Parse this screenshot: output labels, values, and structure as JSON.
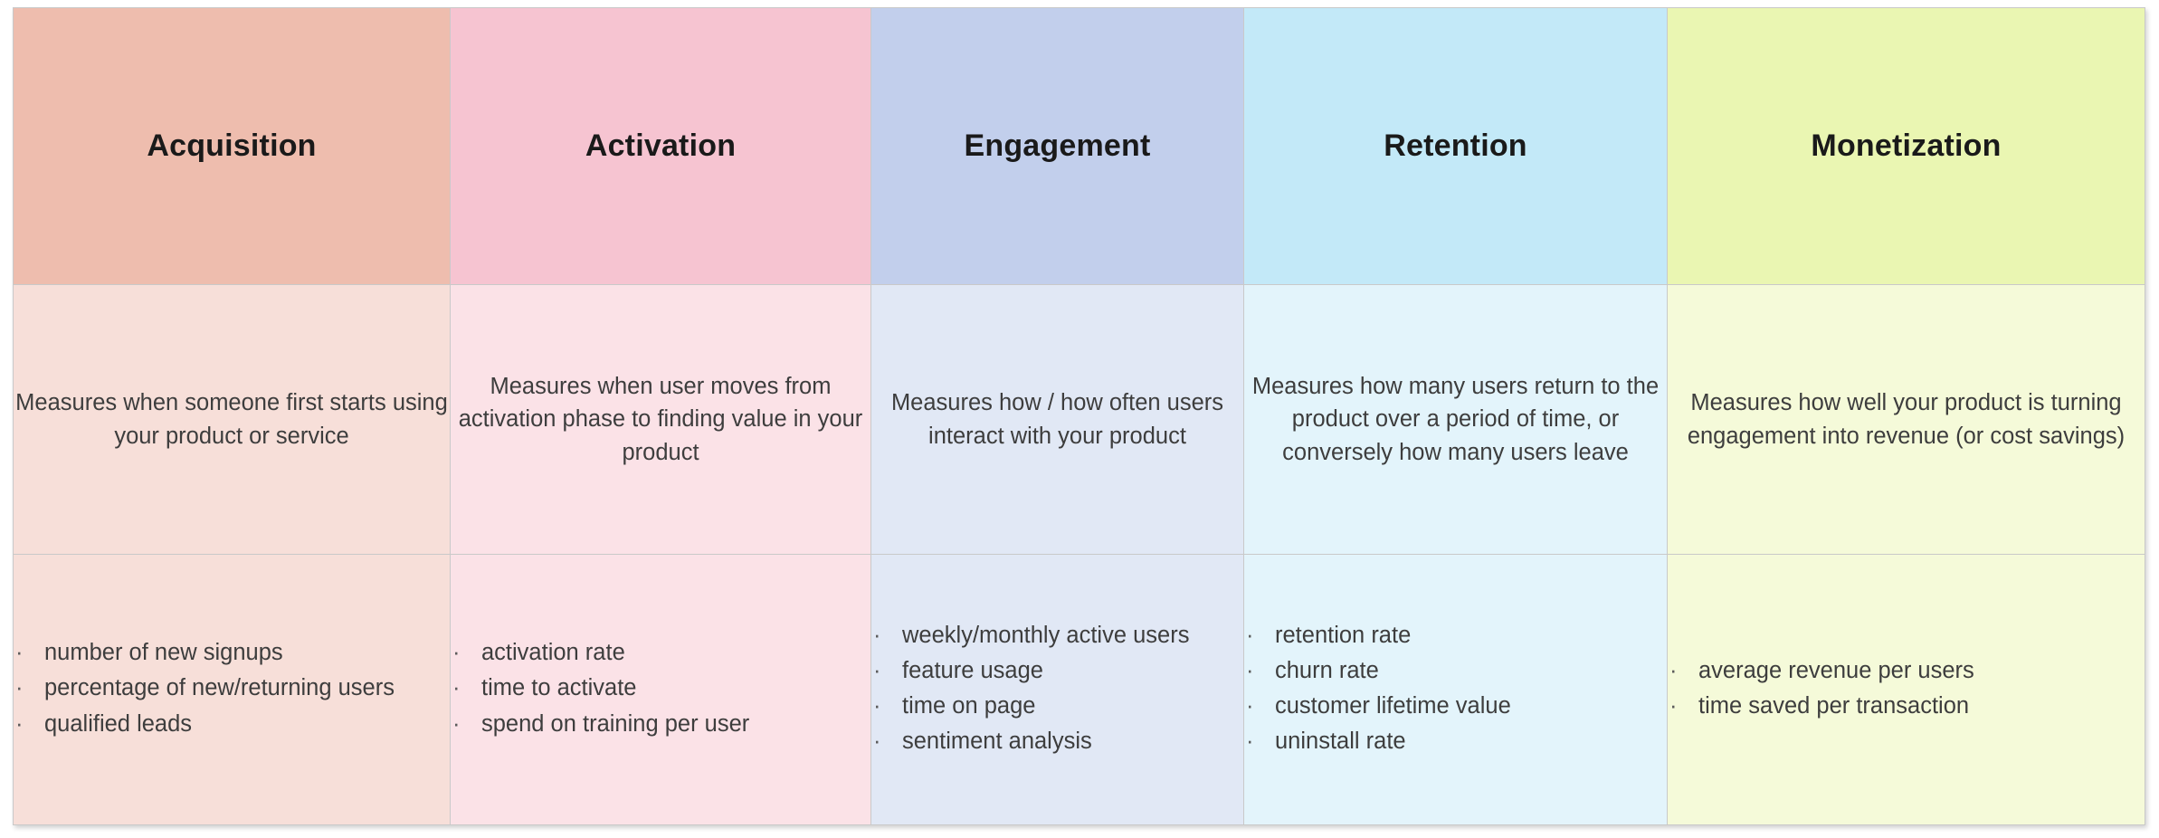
{
  "table": {
    "columns": [
      {
        "id": "acquisition",
        "title": "Acquisition",
        "header_color": "#eebdae",
        "body_color": "#f7dfd9",
        "description": "Measures when someone first starts using your product or service",
        "metrics": [
          "number of new signups",
          "percentage of new/returning users",
          "qualified leads"
        ]
      },
      {
        "id": "activation",
        "title": "Activation",
        "header_color": "#f6c4d1",
        "body_color": "#fbe2e7",
        "description": "Measures when user moves from activation phase to finding value in your product",
        "metrics": [
          "activation rate",
          "time to activate",
          "spend on training per user"
        ]
      },
      {
        "id": "engagement",
        "title": "Engagement",
        "header_color": "#c2cfec",
        "body_color": "#e1e8f5",
        "description": "Measures how / how often users interact with your product",
        "metrics": [
          "weekly/monthly active users",
          "feature usage",
          "time on page",
          "sentiment analysis"
        ]
      },
      {
        "id": "retention",
        "title": "Retention",
        "header_color": "#c3e9f8",
        "body_color": "#e3f4fb",
        "description": "Measures how many users return to the product over a period of time, or conversely how many users leave",
        "metrics": [
          "retention rate",
          "churn rate",
          "customer lifetime value",
          "uninstall rate"
        ]
      },
      {
        "id": "monetization",
        "title": "Monetization",
        "header_color": "#eaf6b2",
        "body_color": "#f5fad9",
        "description": "Measures how well your product is turning engagement into revenue (or cost savings)",
        "metrics": [
          "average revenue per users",
          "time saved per transaction"
        ]
      }
    ],
    "bullet_glyph": "·",
    "border_color": "#c9c9c9",
    "text_color": "#3d3d3d",
    "header_text_color": "#1a1a1a"
  }
}
